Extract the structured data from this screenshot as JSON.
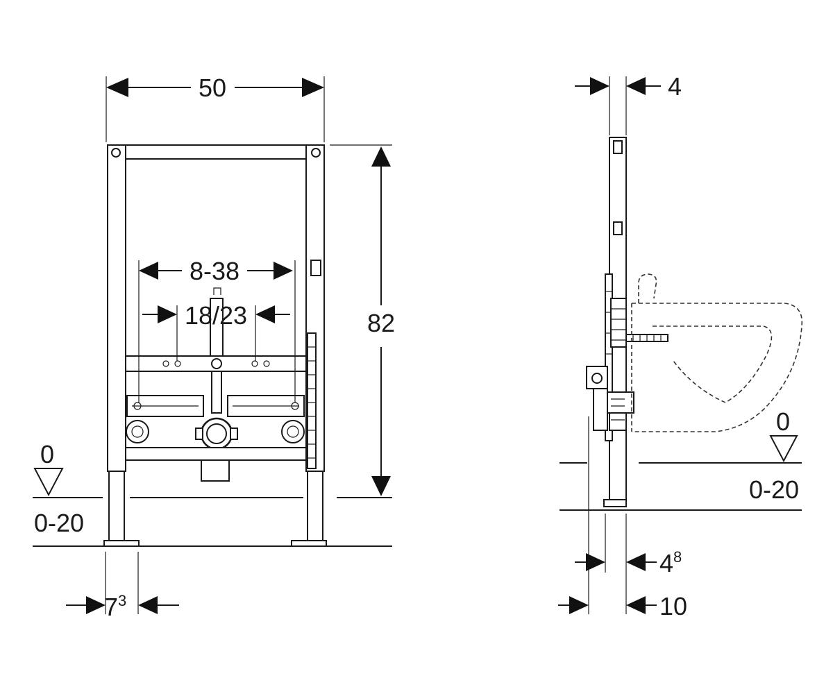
{
  "front_view": {
    "width_label": "50",
    "height_label": "82",
    "spacing_label": "8-38",
    "inner_label": "18/23",
    "level_zero_label": "0",
    "level_range_label": "0-20",
    "foot_label_base": "7",
    "foot_label_sup": "3"
  },
  "side_view": {
    "depth_top_label": "4",
    "level_zero_label": "0",
    "level_range_label": "0-20",
    "foot_label_base": "4",
    "foot_label_sup": "8",
    "foot_total_label": "10"
  }
}
